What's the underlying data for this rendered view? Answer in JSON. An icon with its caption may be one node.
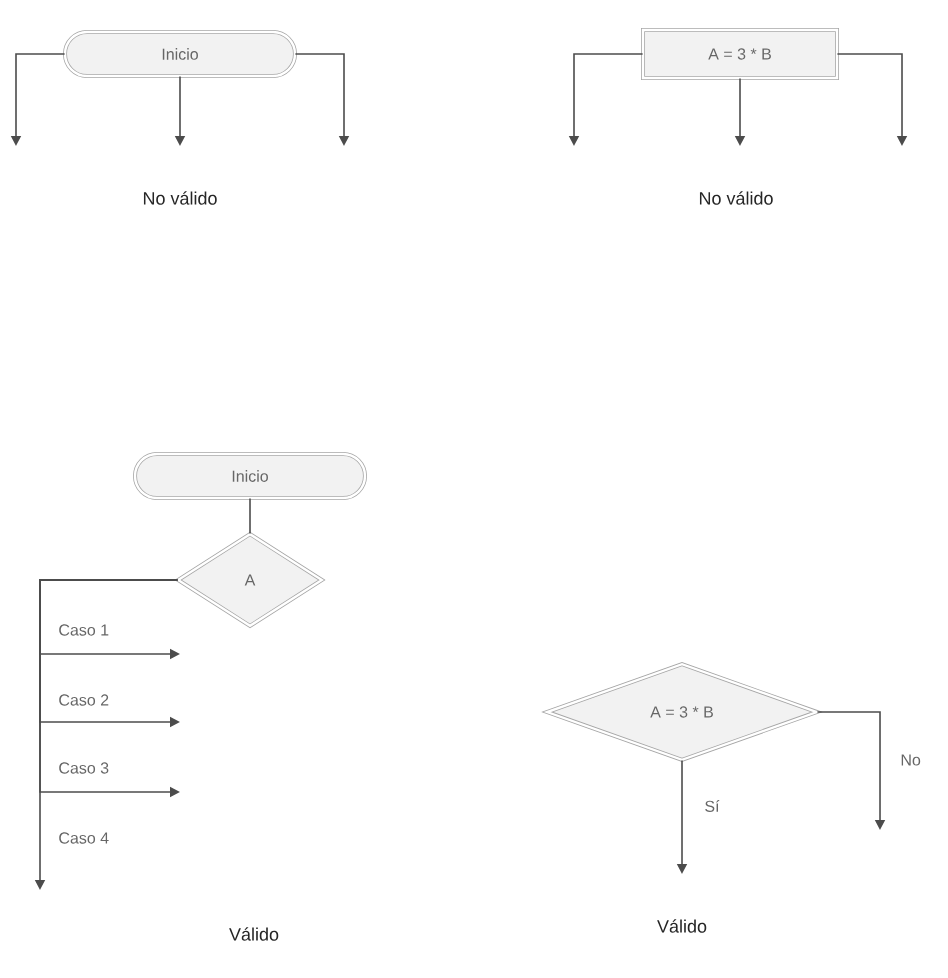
{
  "diagram": {
    "nodes": [
      {
        "text": [
          "Inicio"
        ]
      },
      {
        "text": [
          "A = 3 * B"
        ]
      },
      {
        "text": [
          "Inicio"
        ]
      },
      {
        "text": [
          "A"
        ]
      },
      {
        "text": [
          "A = 3 * B"
        ]
      }
    ],
    "edges": [
      {
        "from": 0,
        "to": null,
        "arrow": "to"
      },
      {
        "from": 0,
        "to": null,
        "arrow": "to"
      },
      {
        "from": 0,
        "to": null,
        "arrow": "to"
      },
      {
        "from": 1,
        "to": null,
        "arrow": "to"
      },
      {
        "from": 1,
        "to": null,
        "arrow": "to"
      },
      {
        "from": 1,
        "to": null,
        "arrow": "to"
      },
      {
        "from": 2,
        "to": 3,
        "arrow": "none"
      },
      {
        "from": 3,
        "to": null,
        "arrow": "to",
        "label": "Caso 1"
      },
      {
        "from": 3,
        "to": null,
        "arrow": "to",
        "label": "Caso 2"
      },
      {
        "from": 3,
        "to": null,
        "arrow": "to",
        "label": "Caso 3"
      },
      {
        "from": 3,
        "to": null,
        "arrow": "to",
        "label": "Caso 4"
      },
      {
        "from": 4,
        "to": null,
        "arrow": "to",
        "label": "Sí"
      },
      {
        "from": 4,
        "to": null,
        "arrow": "to",
        "label": "No"
      }
    ],
    "labels": [
      "No válido",
      "No válido",
      "Válido",
      "Válido"
    ]
  }
}
